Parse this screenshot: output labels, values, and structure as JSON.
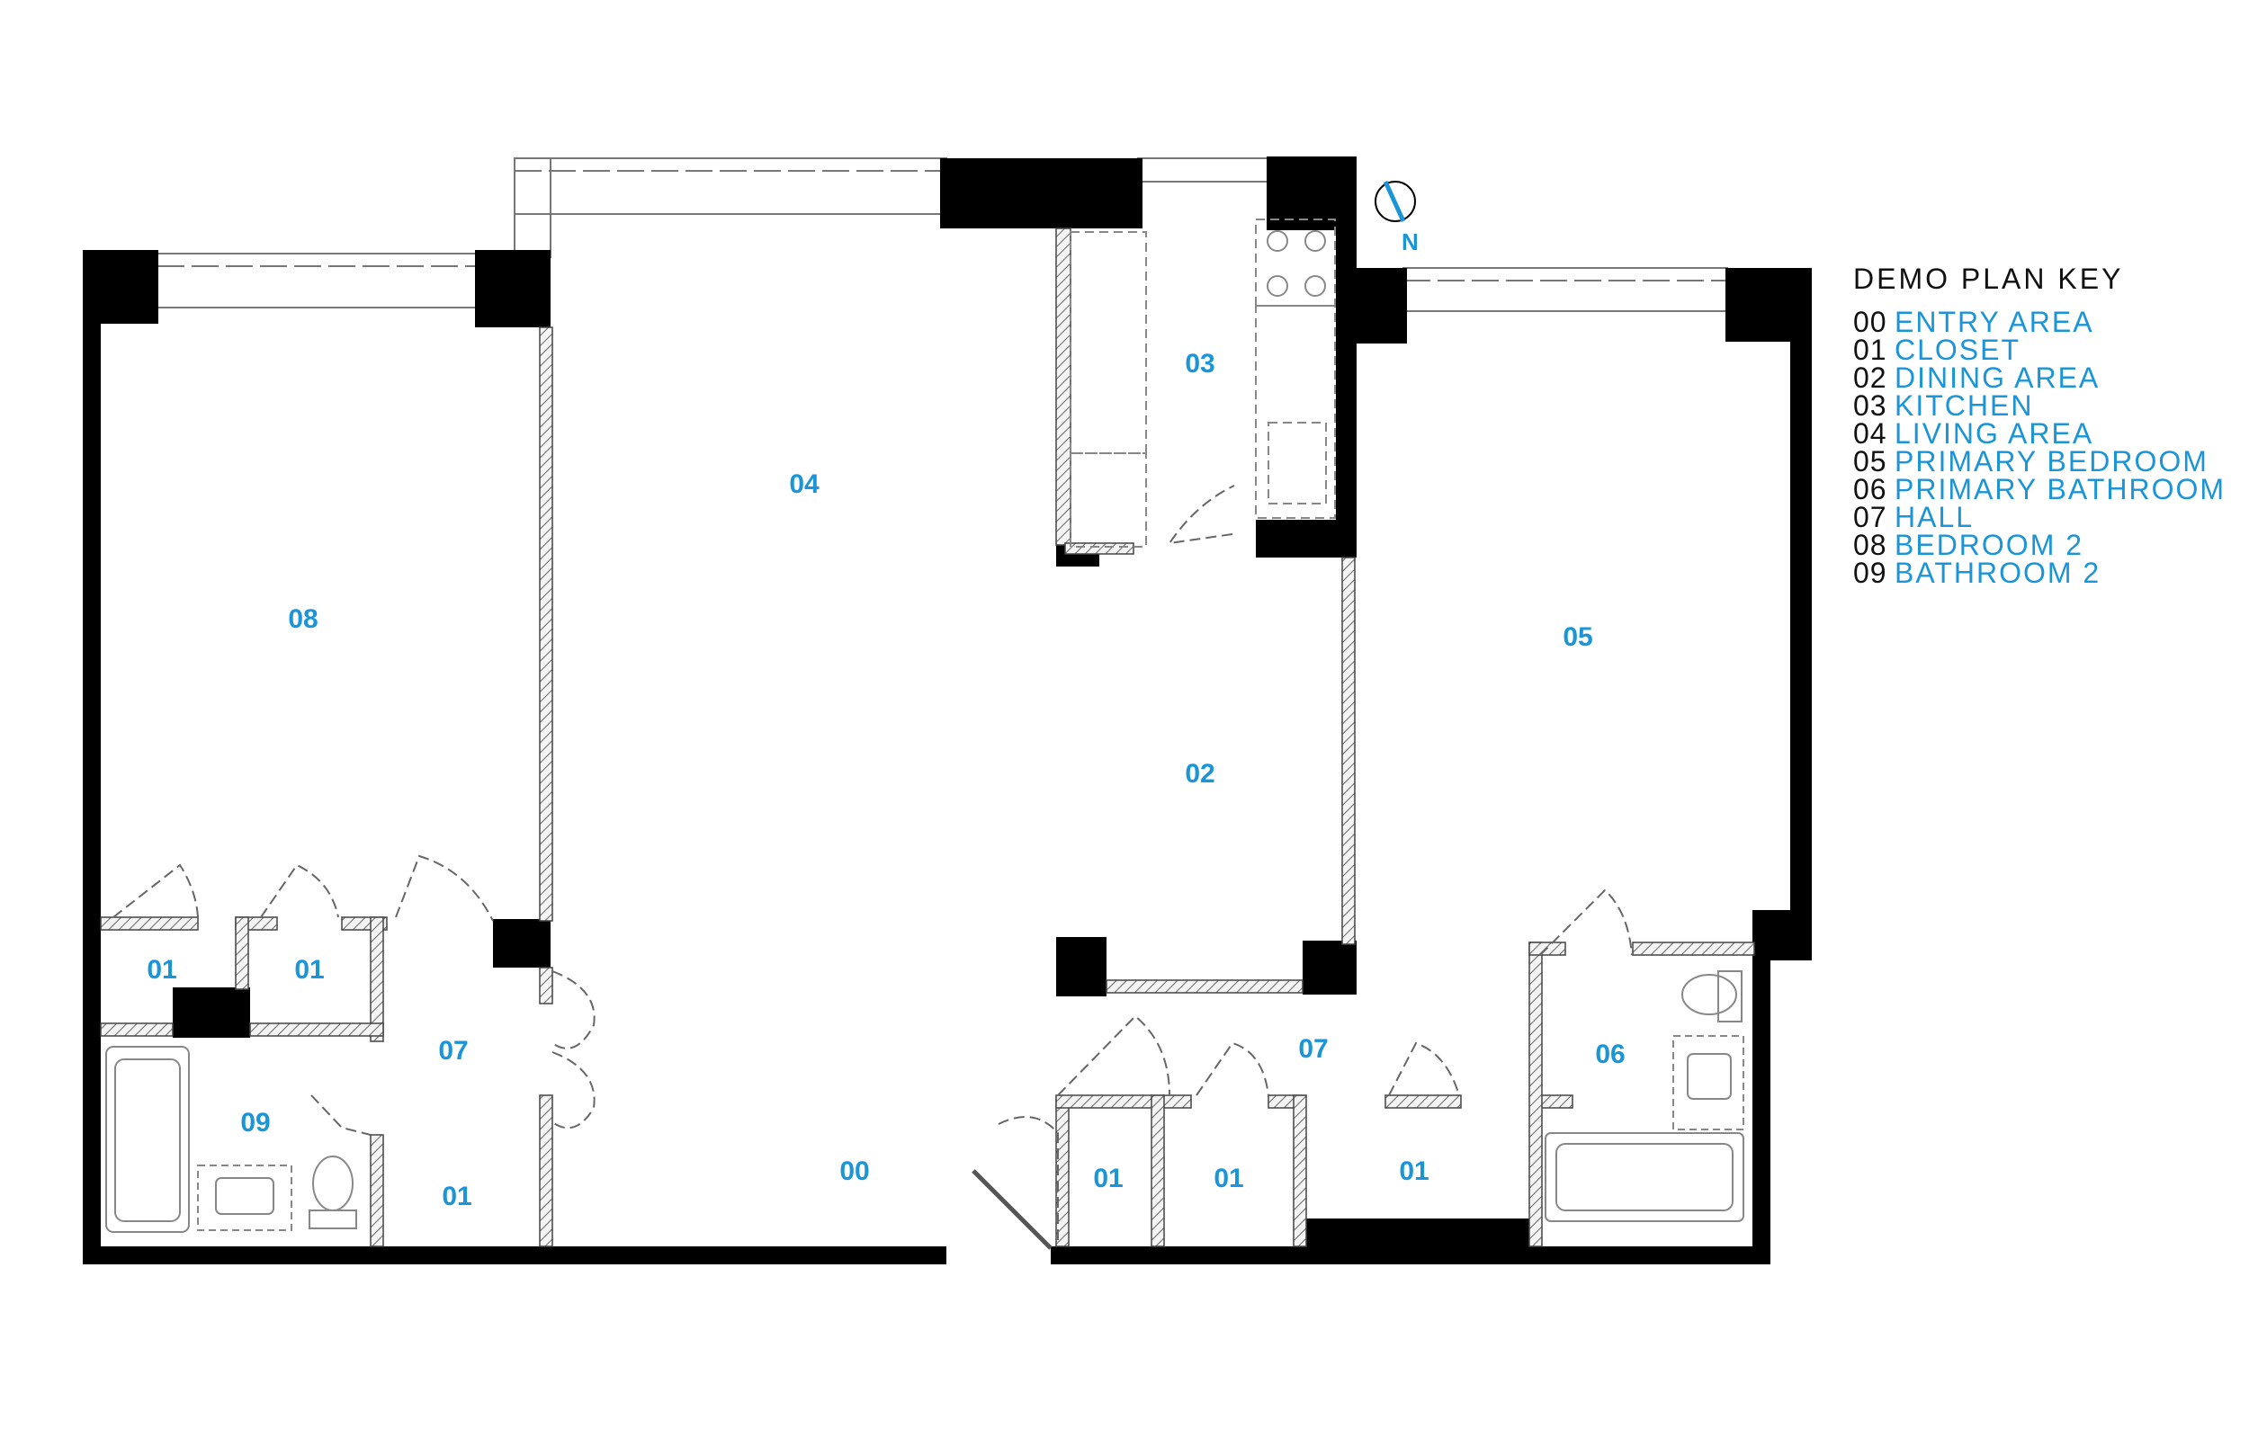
{
  "legend": {
    "title": "DEMO PLAN KEY",
    "items": [
      {
        "code": "00",
        "name": "ENTRY AREA"
      },
      {
        "code": "01",
        "name": "CLOSET"
      },
      {
        "code": "02",
        "name": "DINING AREA"
      },
      {
        "code": "03",
        "name": "KITCHEN"
      },
      {
        "code": "04",
        "name": "LIVING AREA"
      },
      {
        "code": "05",
        "name": "PRIMARY BEDROOM"
      },
      {
        "code": "06",
        "name": "PRIMARY BATHROOM"
      },
      {
        "code": "07",
        "name": "HALL"
      },
      {
        "code": "08",
        "name": "BEDROOM 2"
      },
      {
        "code": "09",
        "name": "BATHROOM 2"
      }
    ]
  },
  "rooms": {
    "entry": "00",
    "closet_bedroom2_left": "01",
    "closet_bedroom2_right": "01",
    "closet_hall_left": "01",
    "closet_hall_right_a": "01",
    "closet_hall_right_b": "01",
    "closet_hall_right_c": "01",
    "dining": "02",
    "kitchen": "03",
    "living": "04",
    "primary_bedroom": "05",
    "primary_bathroom": "06",
    "hall_left": "07",
    "hall_right": "07",
    "bedroom2": "08",
    "bathroom2": "09"
  },
  "compass": {
    "label": "N"
  },
  "colors": {
    "accent": "#1b95d8",
    "wall": "#000000"
  }
}
